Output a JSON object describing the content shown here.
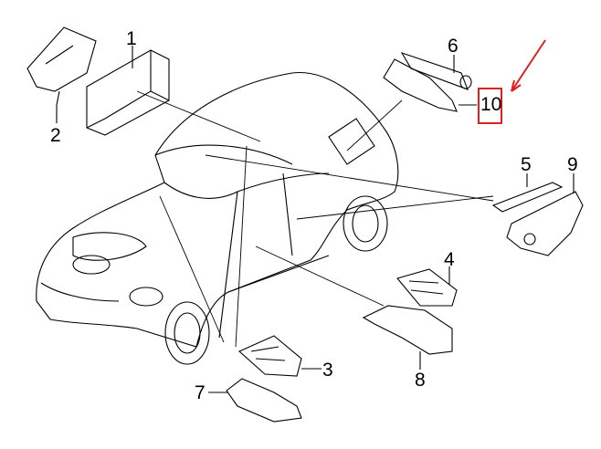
{
  "diagram": {
    "callouts": [
      {
        "id": "1",
        "text": "1"
      },
      {
        "id": "2",
        "text": "2"
      },
      {
        "id": "3",
        "text": "3"
      },
      {
        "id": "4",
        "text": "4"
      },
      {
        "id": "5",
        "text": "5"
      },
      {
        "id": "6",
        "text": "6"
      },
      {
        "id": "7",
        "text": "7"
      },
      {
        "id": "8",
        "text": "8"
      },
      {
        "id": "9",
        "text": "9"
      },
      {
        "id": "10",
        "text": "10"
      }
    ],
    "highlight_color": "#e0201e"
  }
}
